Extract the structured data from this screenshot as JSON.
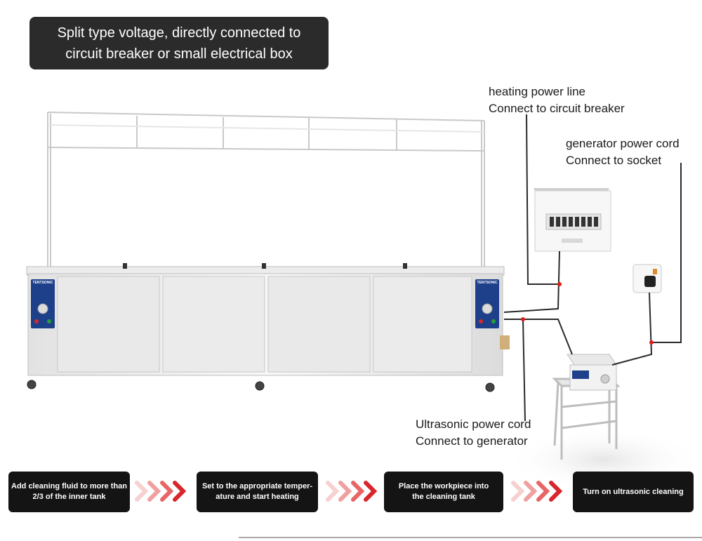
{
  "banner": {
    "line1": "Split type voltage, directly connected to",
    "line2": "circuit breaker or small electrical box"
  },
  "labels": {
    "heating": {
      "line1": "heating power line",
      "line2": "Connect to circuit breaker"
    },
    "generator": {
      "line1": "generator power cord",
      "line2": "Connect to socket"
    },
    "ultrasonic": {
      "line1": "Ultrasonic power cord",
      "line2": "Connect to generator"
    }
  },
  "steps": [
    {
      "line1": "Add cleaning fluid to more than",
      "line2": "2/3 of the inner tank"
    },
    {
      "line1": "Set to the appropriate temper-",
      "line2": "ature and start heating"
    },
    {
      "line1": "Place the workpiece into",
      "line2": "the cleaning tank"
    },
    {
      "line1": "Turn on ultrasonic cleaning",
      "line2": ""
    }
  ],
  "brand": "TENTSONIC",
  "colors": {
    "banner": "#2b2b2b",
    "step_box": "#141414",
    "arrow": "#d9262c",
    "cable_dot": "#e01b1b",
    "panel": "#1e3f8a"
  }
}
